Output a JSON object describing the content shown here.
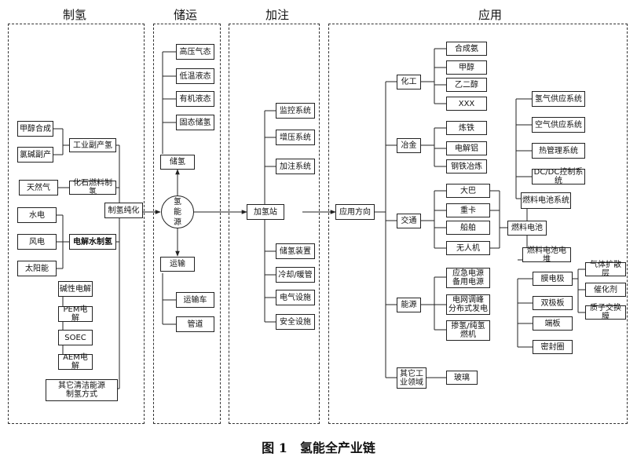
{
  "sections": {
    "production": "制氢",
    "storage": "储运",
    "refueling": "加注",
    "application": "应用"
  },
  "production": {
    "methanol_synthesis": "甲醇合成",
    "chlor_alkali": "氯碱副产",
    "industrial_byproduct": "工业副产氢",
    "natural_gas": "天然气",
    "fossil_fuel": "化石燃料制氢",
    "hydropower": "水电",
    "wind": "风电",
    "solar": "太阳能",
    "water_electrolysis": "电解水制氢",
    "alkaline": "碱性电解",
    "pem": "PEM电解",
    "soec": "SOEC",
    "aem": "AEM电解",
    "other": "其它清洁能源\n制氢方式",
    "purification": "制氢纯化"
  },
  "storage": {
    "hydrogen_energy": "氢\n能\n源",
    "storage_label": "储氢",
    "high_pressure_gas": "高压气态",
    "cryo_liquid": "低温液态",
    "organic_liquid": "有机液态",
    "solid_storage": "固态储氢",
    "transport_label": "运输",
    "tube_trailer": "运输车",
    "pipeline": "管道"
  },
  "refueling": {
    "station": "加氢站",
    "control_system": "监控系统",
    "compressor_system": "增压系统",
    "dispensing_system": "加注系统",
    "storage_device": "储氢装置",
    "cooling_equipment": "冷却/暖管",
    "electrical_equipment": "电气设施",
    "safety_equipment": "安全设施"
  },
  "application": {
    "app_direction": "应用方向",
    "chemical": "化工",
    "ammonia": "合成氨",
    "methanol": "甲醇",
    "ethylene_glycol": "乙二醇",
    "xxx": "XXX",
    "metallurgy": "冶金",
    "ironmaking": "炼铁",
    "electrolytic_aluminum": "电解铝",
    "steel_reduction": "钢铁冶炼",
    "transport": "交通",
    "bus": "大巴",
    "truck": "重卡",
    "ship": "船舶",
    "drone": "无人机",
    "energy": "能源",
    "emergency_power": "应急电源\n备用电源",
    "grid_peak": "电网调峰\n分布式发电",
    "hydrogen_blend": "掺氢/纯氢\n燃机",
    "other_industry": "其它工\n业领域",
    "glass": "玻璃",
    "fuel_cell": "燃料电池",
    "fc_system": "燃料电池系统",
    "h2_supply": "氢气供应系统",
    "air_supply": "空气供应系统",
    "thermal_mgmt": "热管理系统",
    "dcdc": "DC/DC控制系统",
    "fc_stack": "燃料电池电堆",
    "mea": "膜电极",
    "gdl": "气体扩散层",
    "catalyst": "催化剂",
    "pem_membrane": "质子交换膜",
    "bipolar_plate": "双极板",
    "end_plate": "端板",
    "seal": "密封圈"
  },
  "caption": "图 1　氢能全产业链"
}
